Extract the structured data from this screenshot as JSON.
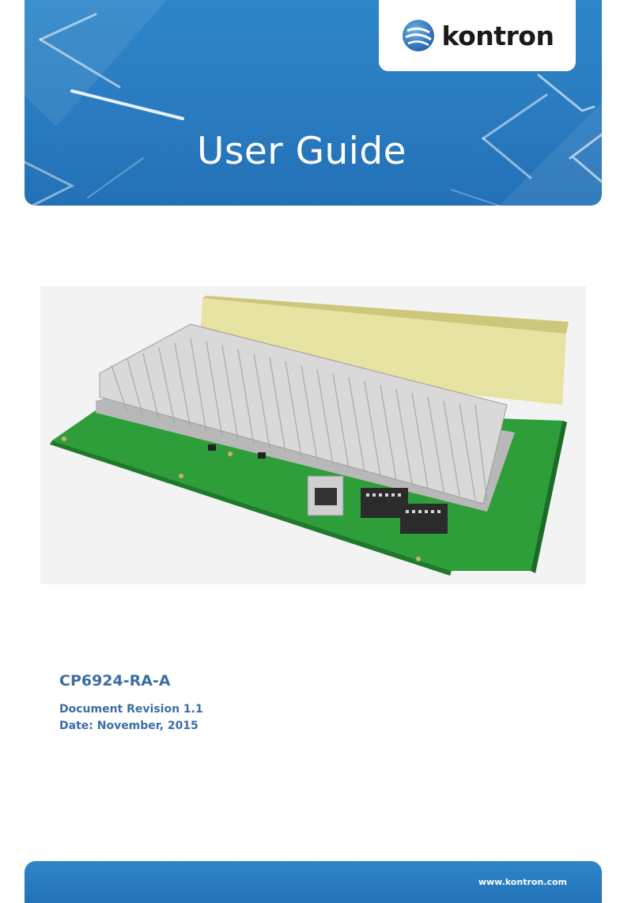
{
  "brand": {
    "logo_text": "kontron",
    "primary_color": "#2a7bc0",
    "text_accent_color": "#3c6ea3"
  },
  "header": {
    "title": "User Guide"
  },
  "product_image": {
    "icon": "circuit-board-with-heatsink"
  },
  "document": {
    "product_name": "CP6924-RA-A",
    "revision": "Document Revision 1.1",
    "date": "Date: November, 2015"
  },
  "footer": {
    "url": "www.kontron.com"
  }
}
